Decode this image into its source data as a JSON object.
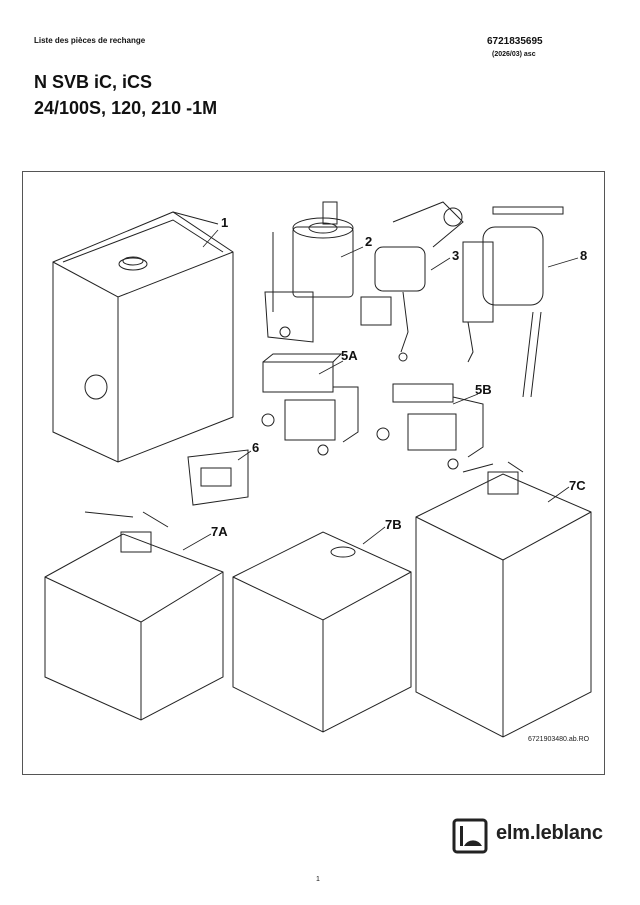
{
  "header": {
    "subtitle": "Liste des pièces de rechange",
    "doc_number": "6721835695",
    "doc_date": "(2026/03) asc",
    "title_line1": "N SVB iC, iCS",
    "title_line2": "24/100S, 120, 210 -1M"
  },
  "drawing": {
    "callouts": [
      "1",
      "2",
      "3",
      "8",
      "5A",
      "5B",
      "6",
      "7A",
      "7B",
      "7C"
    ],
    "reference": "6721903480.ab.RO"
  },
  "footer": {
    "brand": "elm.leblanc",
    "page_number": "1"
  }
}
